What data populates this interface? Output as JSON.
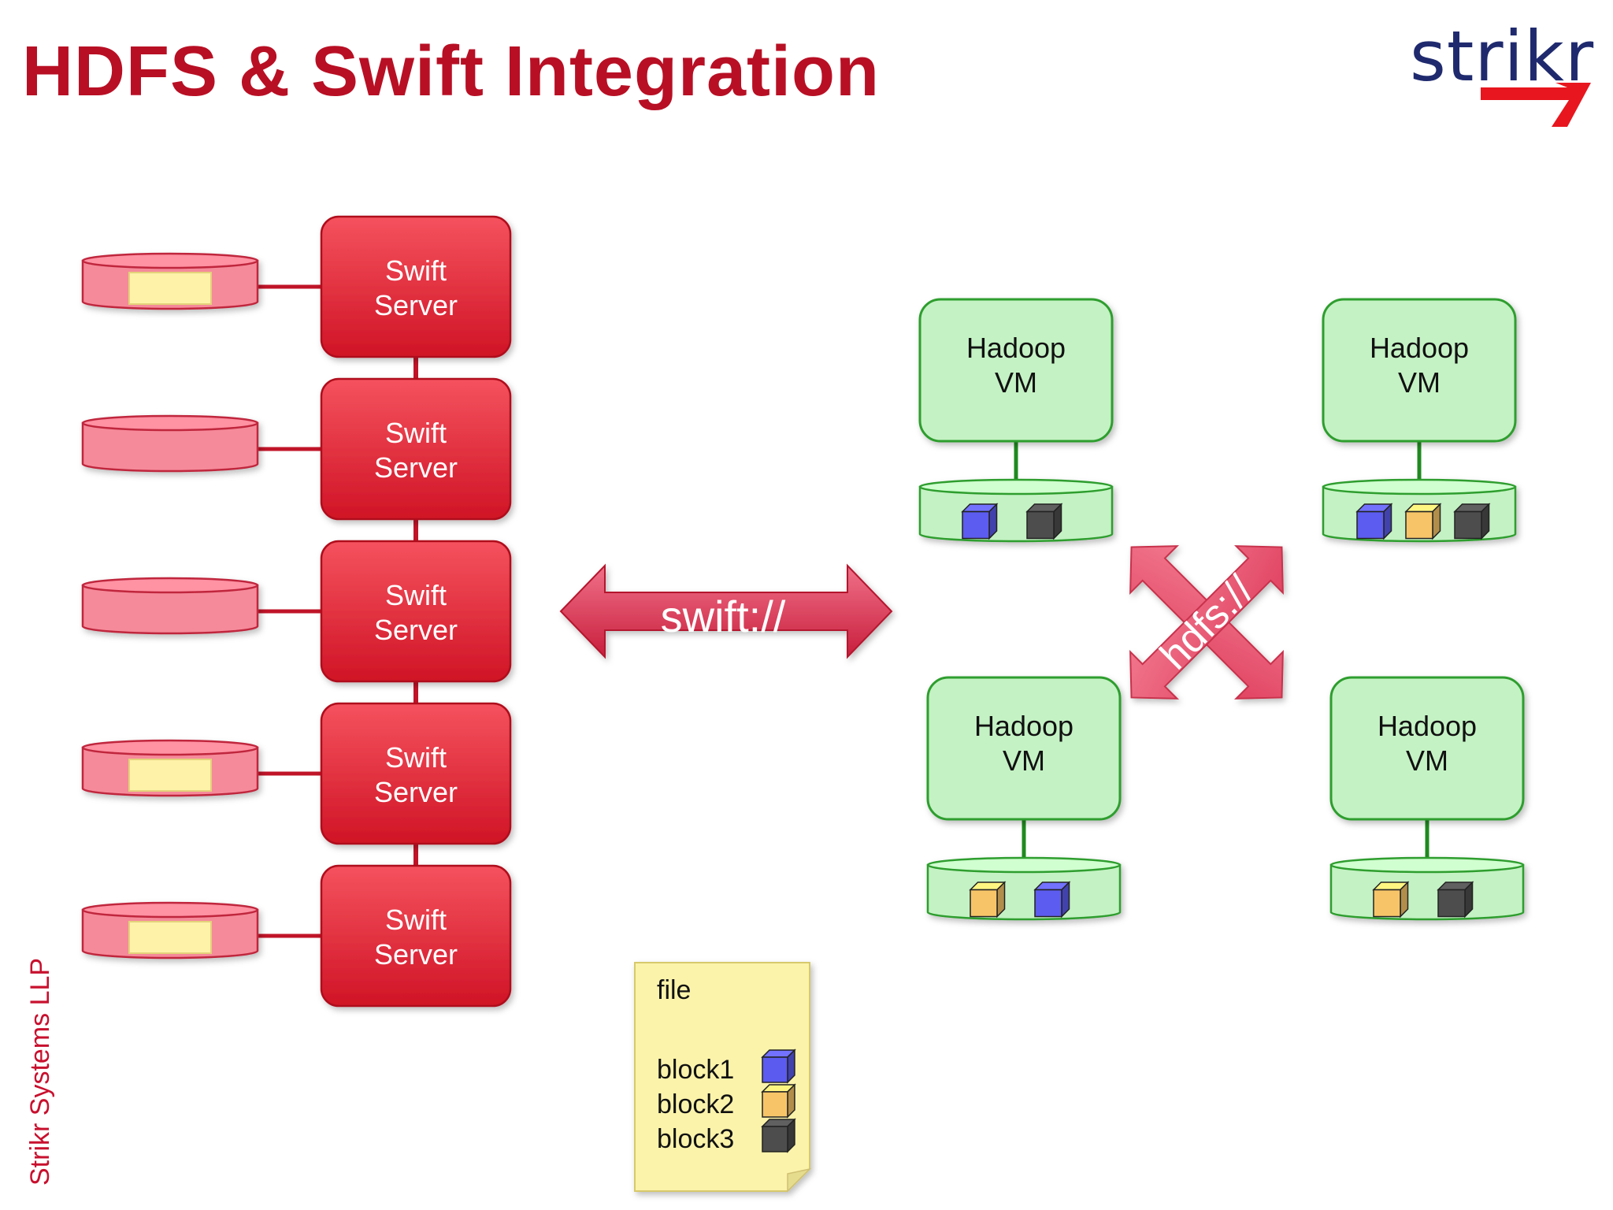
{
  "title": "HDFS & Swift Integration",
  "logo": {
    "text": "strikr",
    "arrow_color": "#e8161e",
    "text_color": "#1f2a6e"
  },
  "footer": "Strikr Systems LLP",
  "colors": {
    "title": "#b80f24",
    "swift_server": "#e01f2e",
    "swift_disk": "#f58a9a",
    "file_chunk": "#fdf2a8",
    "hadoop_vm": "#c4f2c4",
    "hadoop_border": "#2f9e2f",
    "arrow": "#d9304a"
  },
  "swift_cluster": {
    "servers": [
      {
        "line1": "Swift",
        "line2": "Server",
        "disk_has_data": true
      },
      {
        "line1": "Swift",
        "line2": "Server",
        "disk_has_data": false
      },
      {
        "line1": "Swift",
        "line2": "Server",
        "disk_has_data": false
      },
      {
        "line1": "Swift",
        "line2": "Server",
        "disk_has_data": true
      },
      {
        "line1": "Swift",
        "line2": "Server",
        "disk_has_data": true
      }
    ]
  },
  "swift_protocol": {
    "label": "swift://"
  },
  "hdfs_protocol": {
    "label": "hdfs://"
  },
  "hadoop_cluster": {
    "vms": [
      {
        "line1": "Hadoop",
        "line2": "VM",
        "blocks": [
          "block1",
          "block3"
        ]
      },
      {
        "line1": "Hadoop",
        "line2": "VM",
        "blocks": [
          "block1",
          "block2",
          "block3"
        ]
      },
      {
        "line1": "Hadoop",
        "line2": "VM",
        "blocks": [
          "block2",
          "block1"
        ]
      },
      {
        "line1": "Hadoop",
        "line2": "VM",
        "blocks": [
          "block2",
          "block3"
        ]
      }
    ]
  },
  "legend": {
    "heading": "file",
    "blocks": [
      {
        "id": "block1",
        "label": "block1",
        "color": "#5b5bf0"
      },
      {
        "id": "block2",
        "label": "block2",
        "color": "#f7c568"
      },
      {
        "id": "block3",
        "label": "block3",
        "color": "#4d4d4d"
      }
    ]
  }
}
